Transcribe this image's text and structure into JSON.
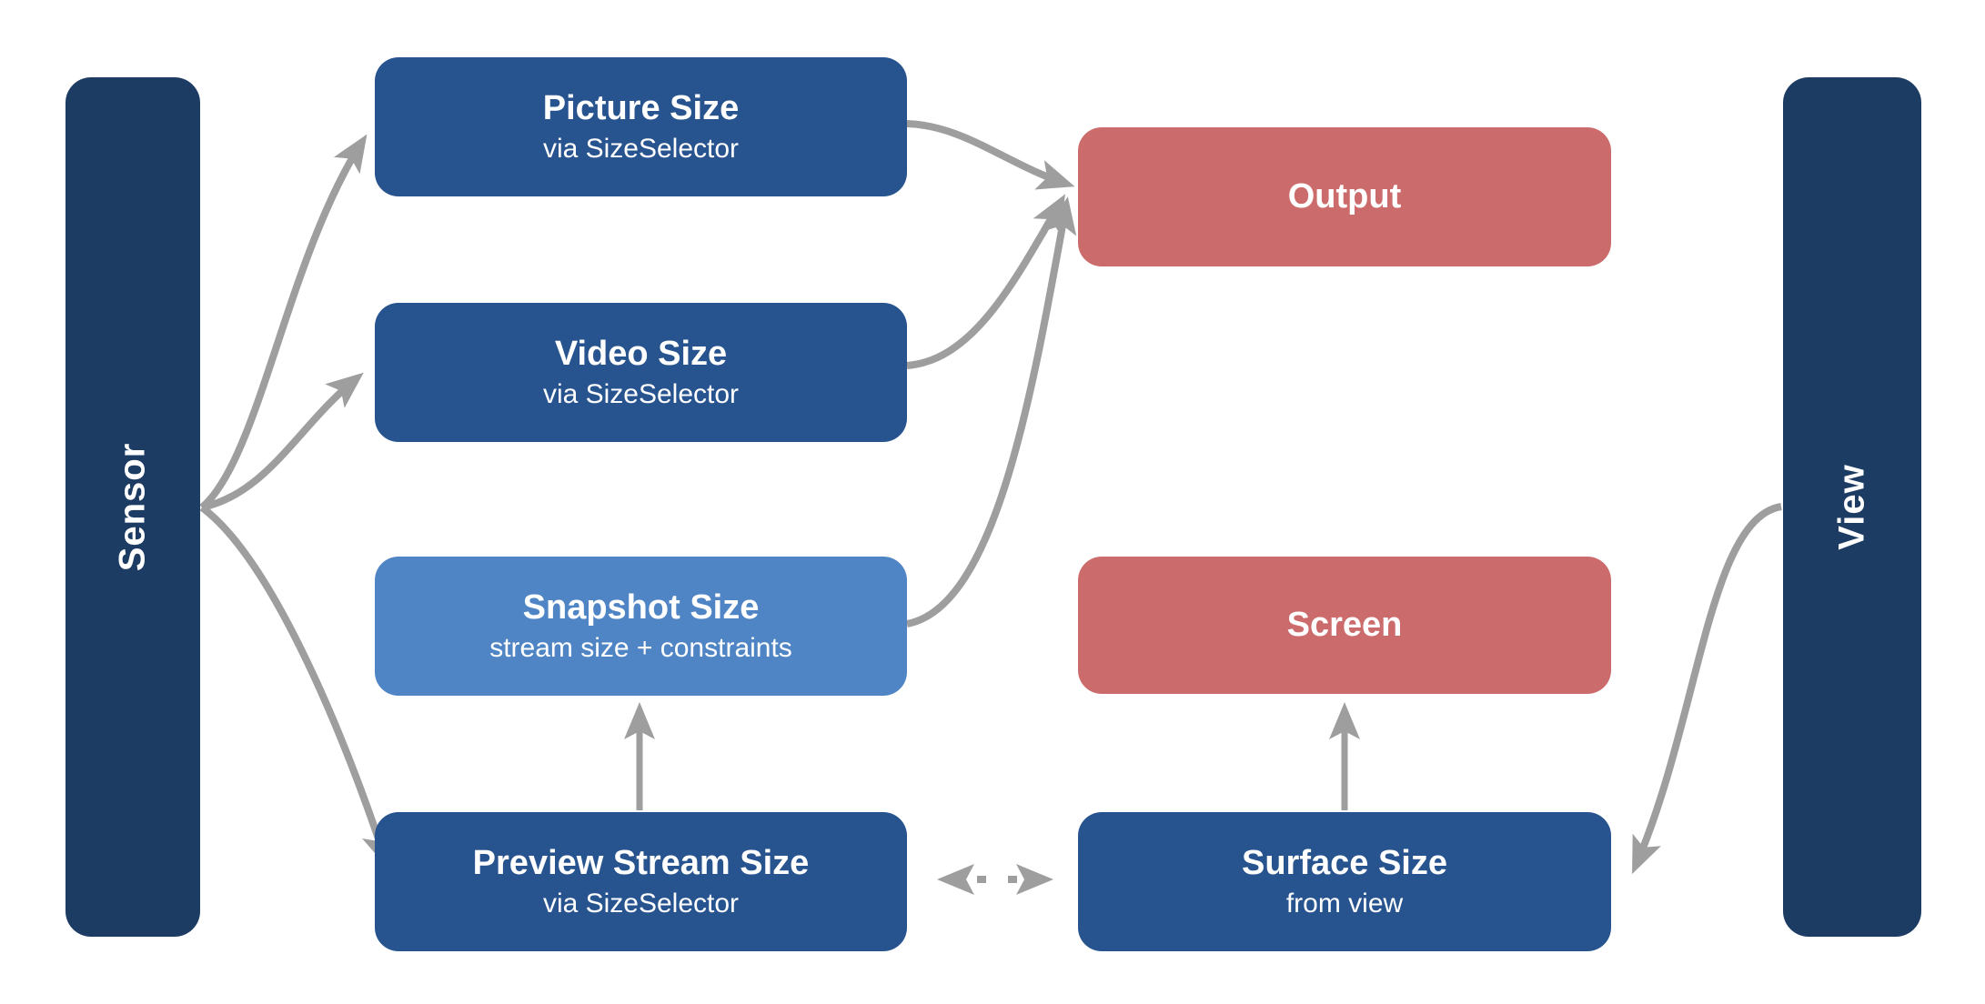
{
  "diagram": {
    "background": "#ffffff",
    "colors": {
      "navy": "#1d3c64",
      "blue": "#27548f",
      "light_blue": "#5085c5",
      "red": "#cc6b6b",
      "arrow": "#9e9e9e",
      "text": "#ffffff"
    },
    "lanes": {
      "sensor": {
        "label": "Sensor"
      },
      "view": {
        "label": "View"
      }
    },
    "nodes": [
      {
        "id": "picture-size",
        "title": "Picture Size",
        "subtitle": "via SizeSelector"
      },
      {
        "id": "video-size",
        "title": "Video Size",
        "subtitle": "via SizeSelector"
      },
      {
        "id": "snapshot-size",
        "title": "Snapshot Size",
        "subtitle": "stream size + constraints"
      },
      {
        "id": "preview-stream-size",
        "title": "Preview Stream Size",
        "subtitle": "via SizeSelector"
      },
      {
        "id": "output",
        "title": "Output",
        "subtitle": ""
      },
      {
        "id": "screen",
        "title": "Screen",
        "subtitle": ""
      },
      {
        "id": "surface-size",
        "title": "Surface Size",
        "subtitle": "from view"
      }
    ],
    "edges": [
      {
        "from": "sensor",
        "to": "picture-size",
        "style": "curved-arrow"
      },
      {
        "from": "sensor",
        "to": "video-size",
        "style": "curved-arrow"
      },
      {
        "from": "sensor",
        "to": "preview-stream-size",
        "style": "curved-arrow"
      },
      {
        "from": "picture-size",
        "to": "output",
        "style": "curved-arrow"
      },
      {
        "from": "video-size",
        "to": "output",
        "style": "curved-arrow"
      },
      {
        "from": "snapshot-size",
        "to": "output",
        "style": "curved-arrow"
      },
      {
        "from": "preview-stream-size",
        "to": "snapshot-size",
        "style": "straight-arrow"
      },
      {
        "from": "surface-size",
        "to": "screen",
        "style": "straight-arrow"
      },
      {
        "from": "preview-stream-size",
        "to": "surface-size",
        "style": "dotted-double-arrow"
      },
      {
        "from": "view",
        "to": "surface-size",
        "style": "curved-arrow"
      }
    ]
  }
}
